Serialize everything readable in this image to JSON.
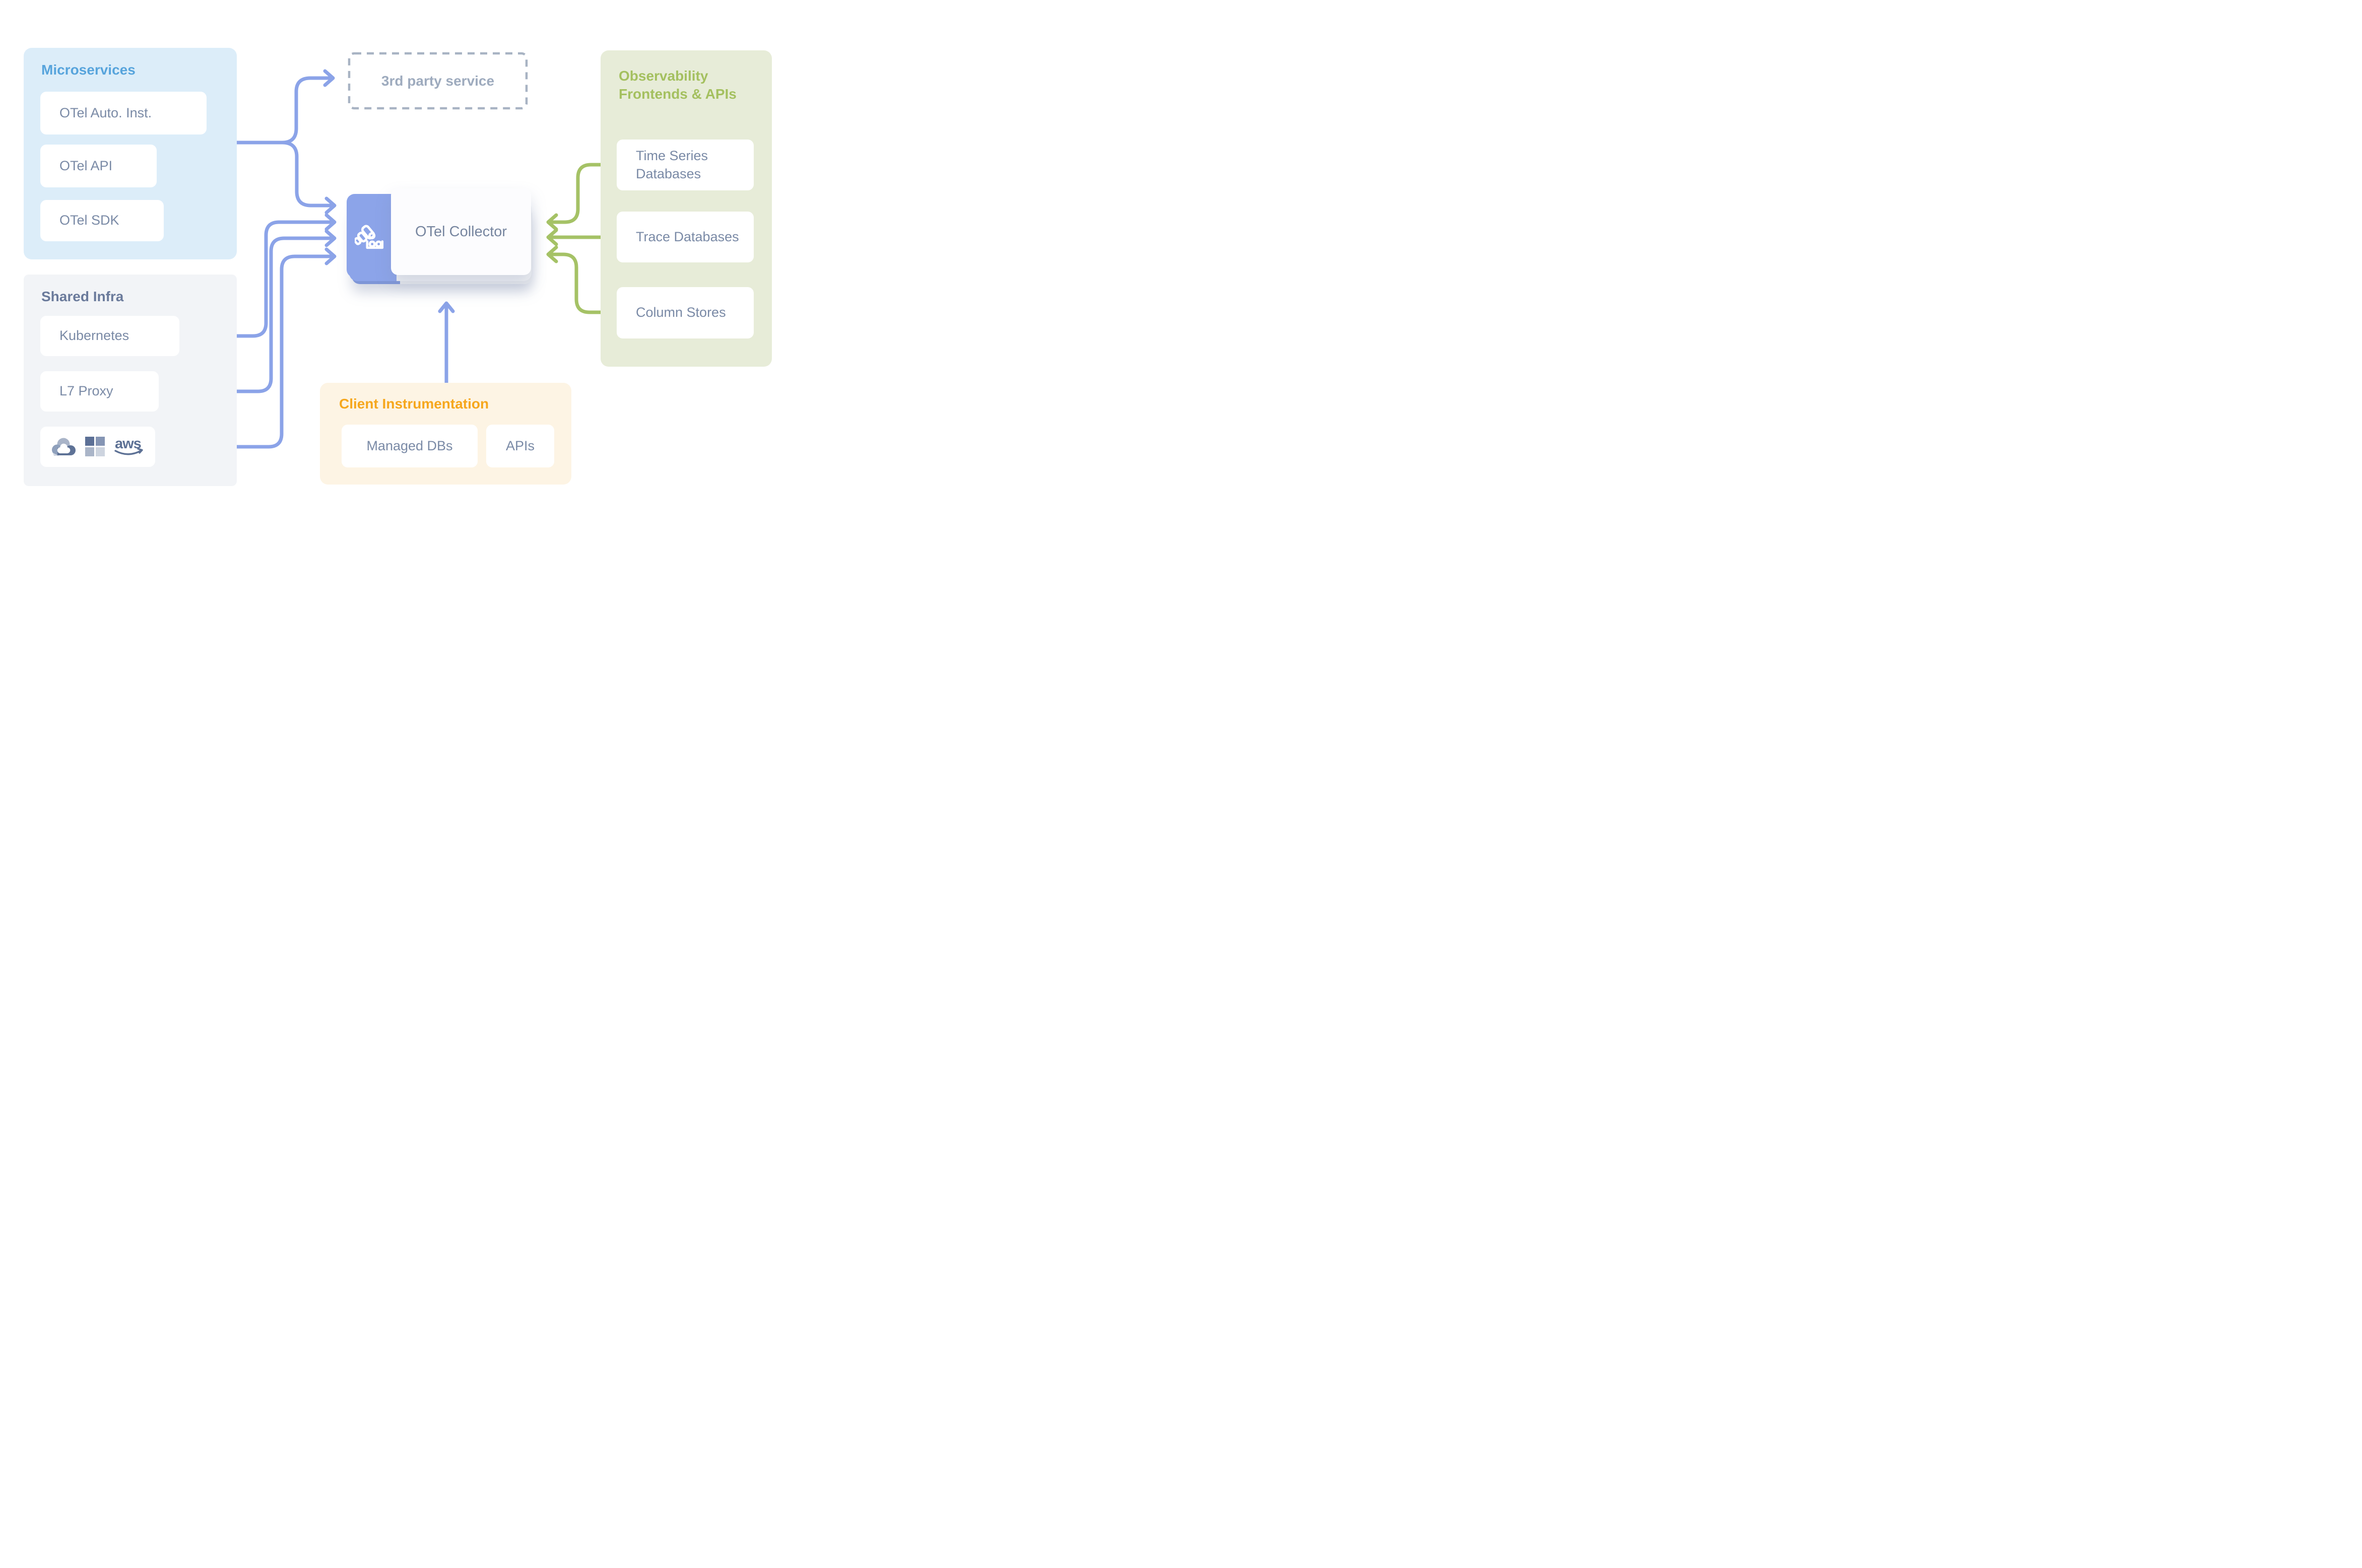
{
  "panels": {
    "microservices": {
      "title": "Microservices",
      "title_color": "#57A4DC",
      "bg": "#DCEDF9",
      "items": [
        "OTel Auto. Inst.",
        "OTel API",
        "OTel SDK"
      ]
    },
    "shared_infra": {
      "title": "Shared Infra",
      "title_color": "#6A7A9B",
      "bg": "#F2F4F7",
      "items": [
        "Kubernetes",
        "L7 Proxy"
      ],
      "cloud_icons": [
        "google-cloud",
        "microsoft",
        "aws"
      ],
      "aws_label": "aws"
    },
    "client_instrumentation": {
      "title": "Client Instrumentation",
      "title_color": "#F6A71D",
      "bg": "#FDF4E4",
      "items": [
        "Managed DBs",
        "APIs"
      ]
    },
    "observability": {
      "title_line1": "Observability",
      "title_line2": "Frontends & APIs",
      "title_color": "#A4C05F",
      "bg": "#E7ECD8",
      "items": [
        "Time Series Databases",
        "Trace Databases",
        "Column Stores"
      ]
    }
  },
  "nodes": {
    "third_party": {
      "label": "3rd party service"
    },
    "collector": {
      "label": "OTel Collector",
      "icon": "telescope-icon"
    }
  },
  "colors": {
    "arrow_blue": "#8BA3E8",
    "arrow_green": "#A5C266",
    "node_text": "#7A8AA6",
    "collector_purple": "#8CA4E9",
    "collector_text": "#76859F",
    "dashed_border": "#A8B3C3",
    "third_party_text": "#9EABBE"
  }
}
